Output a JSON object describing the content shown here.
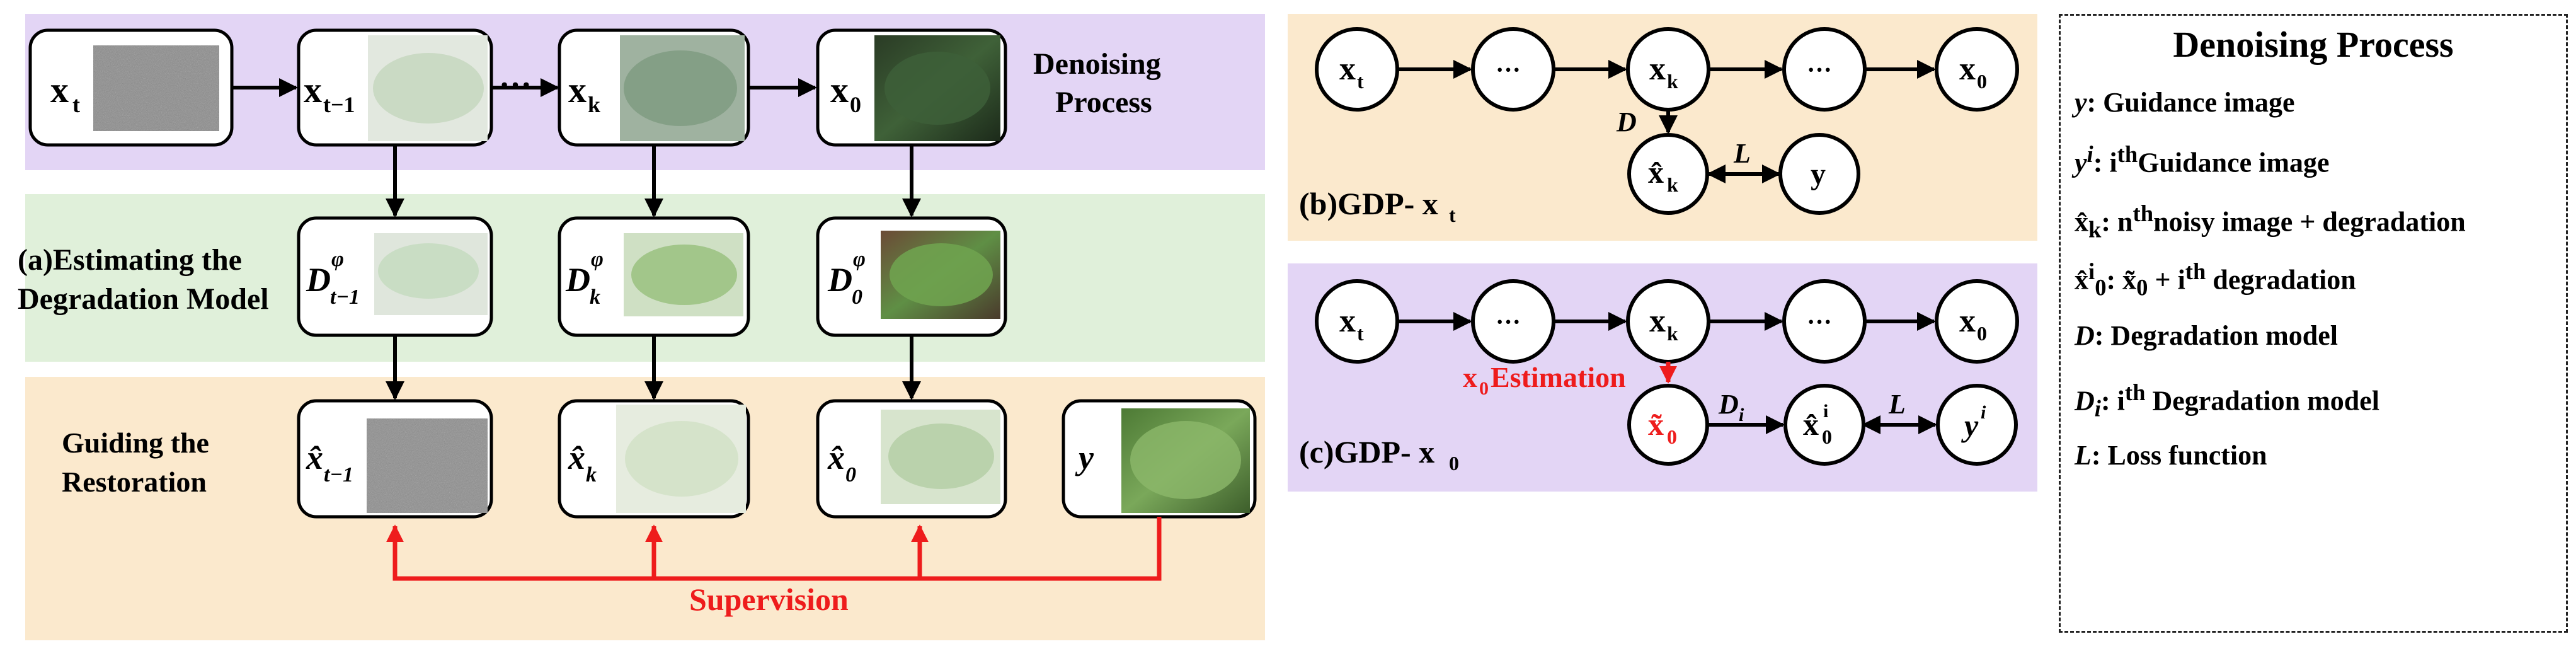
{
  "colors": {
    "purple_band": "#e3d5f5",
    "green_band": "#e0f0da",
    "orange_band": "#fbe9cd",
    "red": "#ee1c1c",
    "noise_gray": "#8a8a8a",
    "leaf_light": "#c9dcc2",
    "leaf_dark": "#2f4a2c",
    "leaf_mid": "#6a9a55"
  },
  "panel_a": {
    "band_titles": {
      "denoising": [
        "Denoising",
        "Process"
      ],
      "estimating": [
        "(a)Estimating the",
        "Degradation Model"
      ],
      "guiding": [
        "Guiding the",
        "Restoration"
      ]
    },
    "top_nodes": [
      {
        "label": "x",
        "sub": "t",
        "image": "noise"
      },
      {
        "label": "x",
        "sub": "t−1",
        "image": "faded-leaf"
      },
      {
        "label": "x",
        "sub": "k",
        "image": "light-leaf"
      },
      {
        "label": "x",
        "sub": "0",
        "image": "dark-leaf"
      }
    ],
    "ellipsis": "···",
    "mid_nodes": [
      {
        "label": "D",
        "sup": "φ",
        "sub": "t−1",
        "image": "pale-leaf"
      },
      {
        "label": "D",
        "sup": "φ",
        "sub": "k",
        "image": "green-leaf"
      },
      {
        "label": "D",
        "sup": "φ",
        "sub": "0",
        "image": "vivid-leaf"
      }
    ],
    "bottom_nodes": [
      {
        "label": "x̂",
        "sub": "t−1",
        "image": "gray-noise"
      },
      {
        "label": "x̂",
        "sub": "k",
        "image": "faint-leaf"
      },
      {
        "label": "x̂",
        "sub": "0",
        "image": "soft-leaf"
      },
      {
        "label": "y",
        "sub": "",
        "image": "real-leaf"
      }
    ],
    "supervision_label": "Supervision"
  },
  "panel_b": {
    "title": "(b)GDP- x",
    "title_sub": "t",
    "chain": [
      {
        "label": "x",
        "sub": "t"
      },
      {
        "label": "···",
        "sub": ""
      },
      {
        "label": "x",
        "sub": "k"
      },
      {
        "label": "···",
        "sub": ""
      },
      {
        "label": "x",
        "sub": "0"
      }
    ],
    "degraded": {
      "label": "x̂",
      "sub": "k"
    },
    "guide": "y",
    "edge_D": "D",
    "edge_L": "L"
  },
  "panel_c": {
    "title": "(c)GDP- x",
    "title_sub": "0",
    "chain": [
      {
        "label": "x",
        "sub": "t"
      },
      {
        "label": "···",
        "sub": ""
      },
      {
        "label": "x",
        "sub": "k"
      },
      {
        "label": "···",
        "sub": ""
      },
      {
        "label": "x",
        "sub": "0"
      }
    ],
    "estimation_label": "Estimation",
    "estimation_prefix": "x",
    "estimation_sub": "0",
    "estimated": {
      "label": "x̃",
      "sub": "0"
    },
    "degraded": {
      "label": "x̂",
      "sub": "0",
      "sup": "i"
    },
    "guide": {
      "label": "y",
      "sup": "i"
    },
    "edge_D": "D",
    "edge_D_sub": "i",
    "edge_L": "L"
  },
  "legend": {
    "title": "Denoising Process",
    "lines": [
      {
        "sym": "y",
        "sup": "",
        "sub": "",
        "text": ": Guidance image"
      },
      {
        "sym": "y",
        "sup": "i",
        "sub": "",
        "text": ":  i",
        "text_sup": "th",
        "text_after": "Guidance image"
      },
      {
        "sym": "x̂",
        "sup": "",
        "sub": "k",
        "text": ":  n",
        "text_sup": "th",
        "text_after": "noisy image + degradation"
      },
      {
        "sym": "x̂",
        "sup": "i",
        "sub": "0",
        "text": ":  x̃",
        "text_sub": "0",
        "text_after2": " + i",
        "text_sup2": "th",
        "text_after": " degradation"
      },
      {
        "sym": "D",
        "sup": "",
        "sub": "",
        "text": ":  Degradation model"
      },
      {
        "sym": "D",
        "sup": "",
        "sub": "i",
        "text": ":  i",
        "text_sup": "th",
        "text_after": " Degradation model"
      },
      {
        "sym": "L",
        "sup": "",
        "sub": "",
        "text": ":  Loss function"
      }
    ]
  }
}
